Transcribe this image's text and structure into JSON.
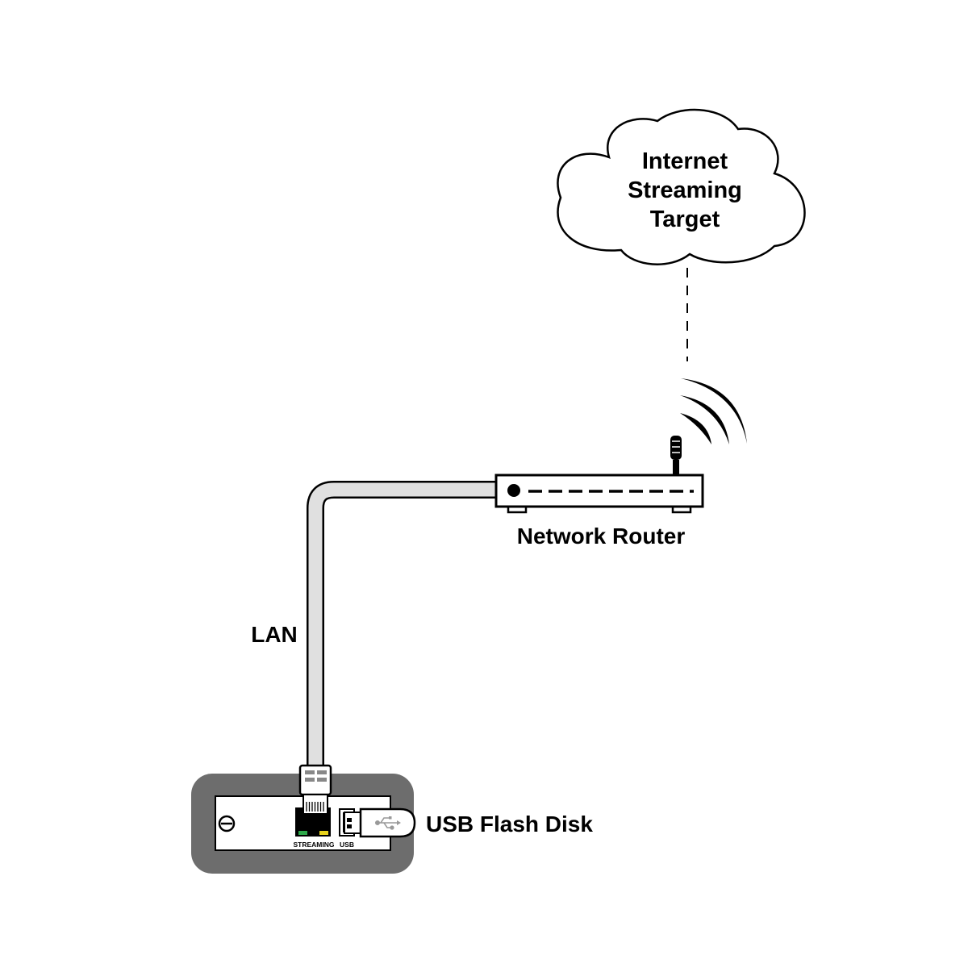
{
  "cloud": {
    "line1": "Internet",
    "line2": "Streaming",
    "line3": "Target"
  },
  "router": {
    "label": "Network Router"
  },
  "cable": {
    "label": "LAN"
  },
  "device": {
    "port_streaming_label": "STREAMING",
    "port_usb_label": "USB"
  },
  "usb_disk": {
    "label": "USB Flash Disk"
  },
  "colors": {
    "device_body": "#6d6d6d",
    "cable_fill": "#e0e0e0",
    "led_green": "#2ea84a",
    "led_yellow": "#e8d21d",
    "stroke": "#000000"
  }
}
